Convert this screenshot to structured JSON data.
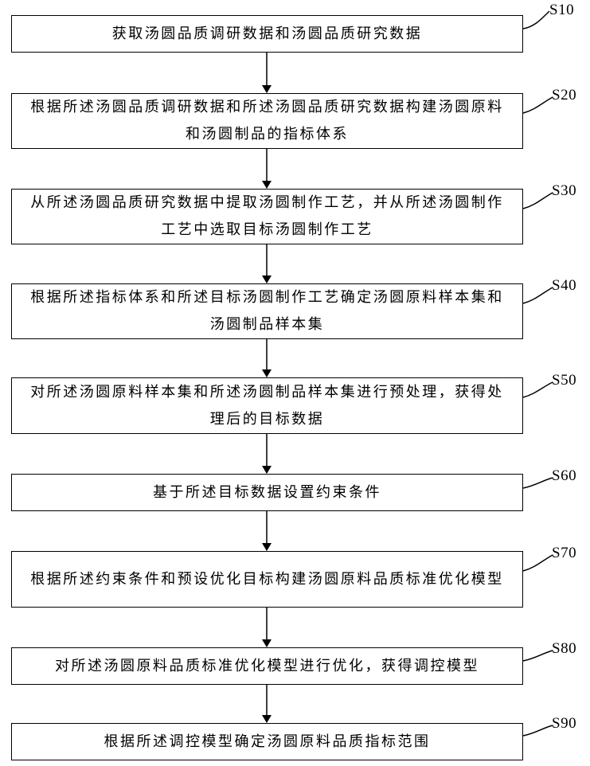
{
  "steps": [
    {
      "id": "S10",
      "text": "获取汤圆品质调研数据和汤圆品质研究数据"
    },
    {
      "id": "S20",
      "text": "根据所述汤圆品质调研数据和所述汤圆品质研究数据构建汤圆原料和汤圆制品的指标体系"
    },
    {
      "id": "S30",
      "text": "从所述汤圆品质研究数据中提取汤圆制作工艺，并从所述汤圆制作工艺中选取目标汤圆制作工艺"
    },
    {
      "id": "S40",
      "text": "根据所述指标体系和所述目标汤圆制作工艺确定汤圆原料样本集和汤圆制品样本集"
    },
    {
      "id": "S50",
      "text": "对所述汤圆原料样本集和所述汤圆制品样本集进行预处理，获得处理后的目标数据"
    },
    {
      "id": "S60",
      "text": "基于所述目标数据设置约束条件"
    },
    {
      "id": "S70",
      "text": "根据所述约束条件和预设优化目标构建汤圆原料品质标准优化模型"
    },
    {
      "id": "S80",
      "text": "对所述汤圆原料品质标准优化模型进行优化，获得调控模型"
    },
    {
      "id": "S90",
      "text": "根据所述调控模型确定汤圆原料品质指标范围"
    }
  ]
}
